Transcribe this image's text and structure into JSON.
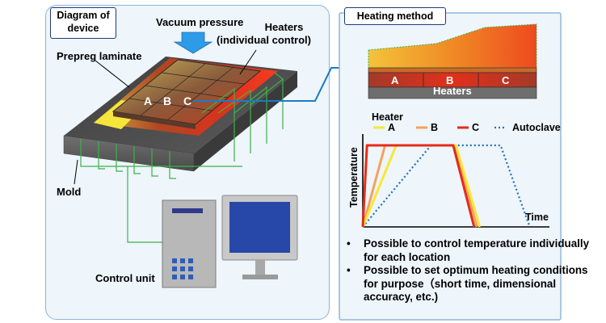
{
  "left_panel": {
    "title_line1": "Diagram of",
    "title_line2": "device",
    "vacuum_label": "Vacuum pressure",
    "heaters_label_line1": "Heaters",
    "heaters_label_line2": "(individual control)",
    "prepreg_label": "Prepreg laminate",
    "zone_a": "A",
    "zone_b": "B",
    "zone_c": "C",
    "mold_label": "Mold",
    "control_unit_label": "Control unit"
  },
  "right_panel": {
    "title": "Heating method",
    "heater_zone_a": "A",
    "heater_zone_b": "B",
    "heater_zone_c": "C",
    "heaters_label": "Heaters",
    "bullets": [
      "Possible to control temperature individually for each location",
      "Possible to set optimum heating conditions for purpose（short time, dimensional accuracy, etc.)"
    ]
  },
  "colors": {
    "panel_border": "#8fb6d8",
    "panel_fill": "#eef5fb",
    "arrow_blue": "#1a7cc9",
    "mold_gray": "#595959",
    "heat_red": "#e62c1a",
    "heat_orange": "#f07a1f",
    "heat_yellow": "#f6e83a",
    "wire_green": "#3cb24a",
    "autoclave_blue": "#1e73be"
  },
  "chart_data": {
    "type": "line",
    "title": "",
    "xlabel": "Time",
    "ylabel": "Temperature",
    "legend_title": "Heater",
    "legend_position": "top",
    "x_ticks": "none",
    "y_ticks": "none",
    "series": [
      {
        "name": "A",
        "color": "#f6e83a",
        "style": "solid",
        "x": [
          0,
          2.4,
          6.7,
          8.4
        ],
        "y": [
          0,
          1,
          1,
          0
        ]
      },
      {
        "name": "B",
        "color": "#f4a25a",
        "style": "solid",
        "x": [
          0,
          1.6,
          6.6,
          8.2
        ],
        "y": [
          0,
          1,
          1,
          0
        ]
      },
      {
        "name": "C",
        "color": "#e62c1a",
        "style": "solid",
        "x": [
          0,
          0.3,
          6.5,
          8.0
        ],
        "y": [
          0,
          1,
          1,
          0
        ]
      },
      {
        "name": "Autoclave",
        "color": "#1e73be",
        "style": "dotted",
        "x": [
          0,
          4.9,
          9.9,
          12.0
        ],
        "y": [
          0,
          1,
          1,
          0
        ]
      }
    ]
  }
}
